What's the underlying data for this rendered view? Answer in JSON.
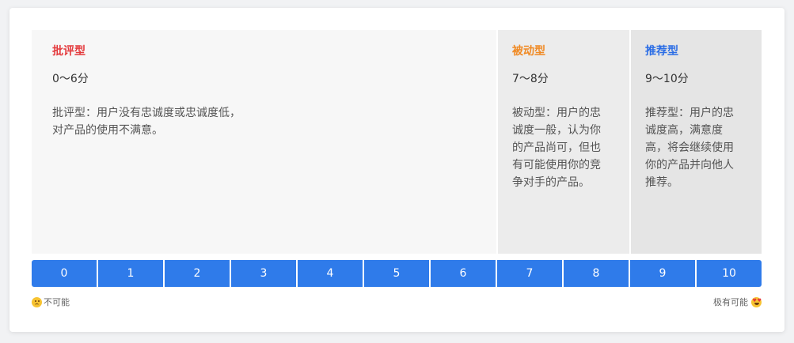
{
  "panels": {
    "critic": {
      "title": "批评型",
      "range": "0～6分",
      "desc_line1": "批评型：用户没有忠诚度或忠诚度低，",
      "desc_line2": "对产品的使用不满意。"
    },
    "passive": {
      "title": "被动型",
      "range": "7～8分",
      "desc_lines": [
        "被动型：用户的忠",
        "诚度一般，认为你",
        "的产品尚可，但也",
        "有可能使用你的竞",
        "争对手的产品。"
      ]
    },
    "promoter": {
      "title": "推荐型",
      "range": "9～10分",
      "desc_lines": [
        "推荐型：用户的忠",
        "诚度高，满意度",
        "高，将会继续使用",
        "你的产品并向他人",
        "推荐。"
      ]
    }
  },
  "scale": {
    "values": [
      "0",
      "1",
      "2",
      "3",
      "4",
      "5",
      "6",
      "7",
      "8",
      "9",
      "10"
    ],
    "left_label": "不可能",
    "right_label": "极有可能",
    "left_icon": "angry-face-icon",
    "right_icon": "heart-eyes-face-icon"
  },
  "colors": {
    "critic": "#e4393c",
    "passive": "#f08a24",
    "promoter": "#2b6de5",
    "scale": "#2f7bea"
  }
}
